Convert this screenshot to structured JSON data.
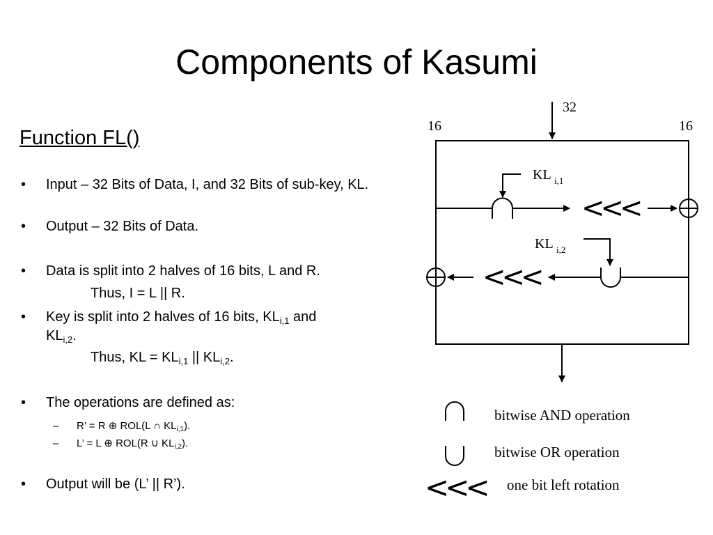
{
  "slide": {
    "title": "Components of Kasumi",
    "subtitle": "Function FL()"
  },
  "bullets": {
    "b1": "Input – 32 Bits of Data, I, and 32 Bits of sub-key, KL.",
    "b2": "Output – 32 Bits of Data.",
    "b3": "Data is split into 2 halves of 16 bits, L and R.",
    "b3_indent": "Thus, I = L || R.",
    "b4_pre": "Key is split into 2 halves of 16 bits, KL",
    "b4_sub1": "i,1",
    "b4_mid": " and",
    "b4_line2": "KL",
    "b4_sub2": "i,2",
    "b4_end": ".",
    "b4_indent_pre": "Thus, KL = KL",
    "b4_indent_sub1": "i,1",
    "b4_indent_mid": " || KL",
    "b4_indent_sub2": "i,2",
    "b4_indent_end": ".",
    "b5": "The operations are defined as:",
    "sub1_pre": "R’ = R ⊕ ROL(L ∩ KL",
    "sub1_sub": "i,1",
    "sub1_end": ").",
    "sub2_pre": "L’  = L  ⊕ ROL(R ∪ KL",
    "sub2_sub": "i,2",
    "sub2_end": ").",
    "b6": "Output will be (L’ || R’).",
    "bullet_char": "•",
    "dash_char": "–"
  },
  "diagram": {
    "input_bits": "32",
    "left_bits": "16",
    "right_bits": "16",
    "key1_label": "KL",
    "key1_sub": "i,1",
    "key2_label": "KL",
    "key2_sub": "i,2",
    "rotation_symbol": "<<<"
  },
  "legend": {
    "and_label": "bitwise  AND  operation",
    "or_label": "bitwise  OR  operation",
    "rot_label": "one bit left rotation",
    "rot_symbol": "<<<"
  }
}
